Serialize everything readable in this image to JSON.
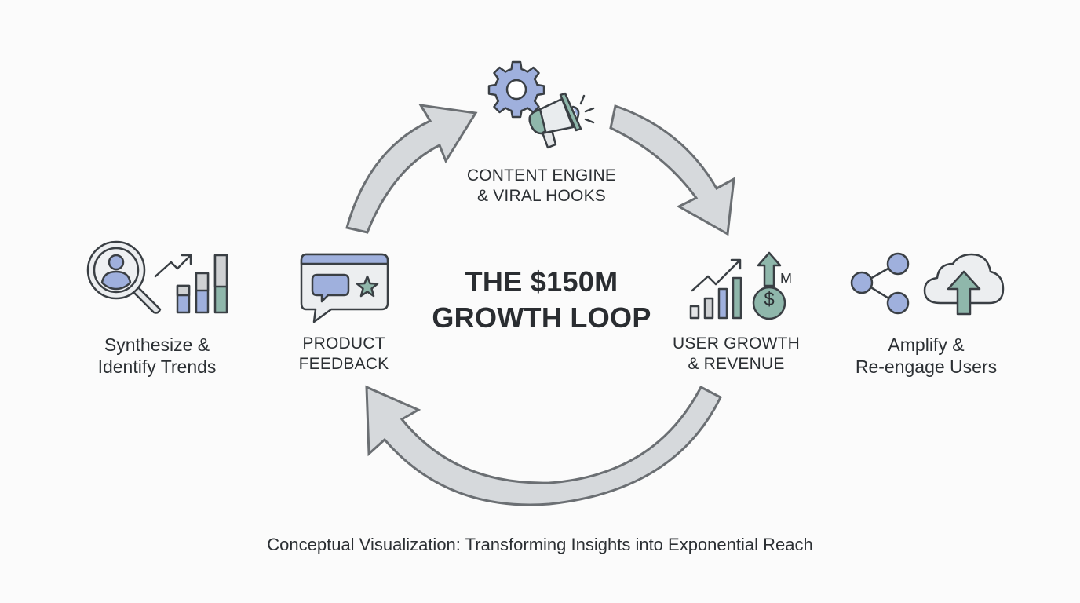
{
  "diagram": {
    "title": {
      "line1": "THE $150M",
      "line2": "GROWTH LOOP"
    },
    "stages": [
      {
        "id": "content-engine",
        "line1": "CONTENT ENGINE",
        "line2": "& VIRAL HOOKS",
        "icons": [
          "gear-icon",
          "megaphone-icon"
        ]
      },
      {
        "id": "user-growth",
        "line1": "USER GROWTH",
        "line2": "& REVENUE",
        "icons": [
          "growth-chart-icon",
          "dollar-up-icon"
        ],
        "badge": "M"
      },
      {
        "id": "product-feedback",
        "line1": "PRODUCT",
        "line2": "FEEDBACK",
        "icons": [
          "feedback-window-icon"
        ]
      }
    ],
    "side_panels": [
      {
        "id": "synthesize",
        "line1": "Synthesize &",
        "line2": "Identify Trends",
        "icons": [
          "user-search-icon",
          "trend-bars-icon"
        ]
      },
      {
        "id": "amplify",
        "line1": "Amplify &",
        "line2": "Re-engage Users",
        "icons": [
          "share-icon",
          "cloud-upload-icon"
        ]
      }
    ],
    "arrows": [
      {
        "from": "product-feedback",
        "to": "content-engine"
      },
      {
        "from": "content-engine",
        "to": "user-growth"
      },
      {
        "from": "user-growth",
        "to": "product-feedback"
      }
    ],
    "caption": "Conceptual Visualization: Transforming Insights into Exponential Reach"
  },
  "colors": {
    "background": "#fbfbfb",
    "text": "#2b2f33",
    "outline": "#3a3f44",
    "arrow_fill": "#d6d9dc",
    "arrow_stroke": "#6b6f73",
    "blue": "#9fb0dd",
    "teal": "#8fb7ab",
    "light_gray": "#e4e6e8",
    "mid_gray": "#cfd1d3"
  }
}
